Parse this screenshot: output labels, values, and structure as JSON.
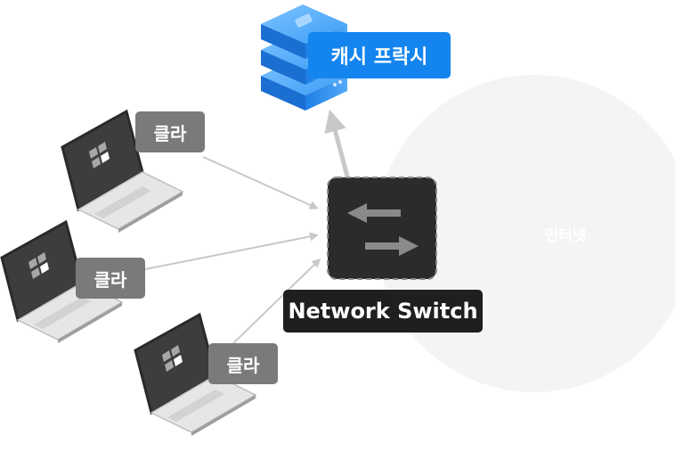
{
  "proxy": {
    "label": "캐시 프락시"
  },
  "switch": {
    "label": "Network Switch"
  },
  "internet": {
    "label": "인터넷"
  },
  "clients": [
    {
      "label": "클라"
    },
    {
      "label": "클라"
    },
    {
      "label": "클라"
    }
  ],
  "colors": {
    "proxy_blue": "#1485ee",
    "switch_dark": "#2b2b2b",
    "client_label_gray": "#7a7a7a",
    "connector_gray": "#c8c8c8",
    "internet_bg": "#f4f4f4"
  },
  "icons": {
    "proxy": "server-stack-icon",
    "switch": "network-switch-icon",
    "client": "laptop-icon"
  }
}
